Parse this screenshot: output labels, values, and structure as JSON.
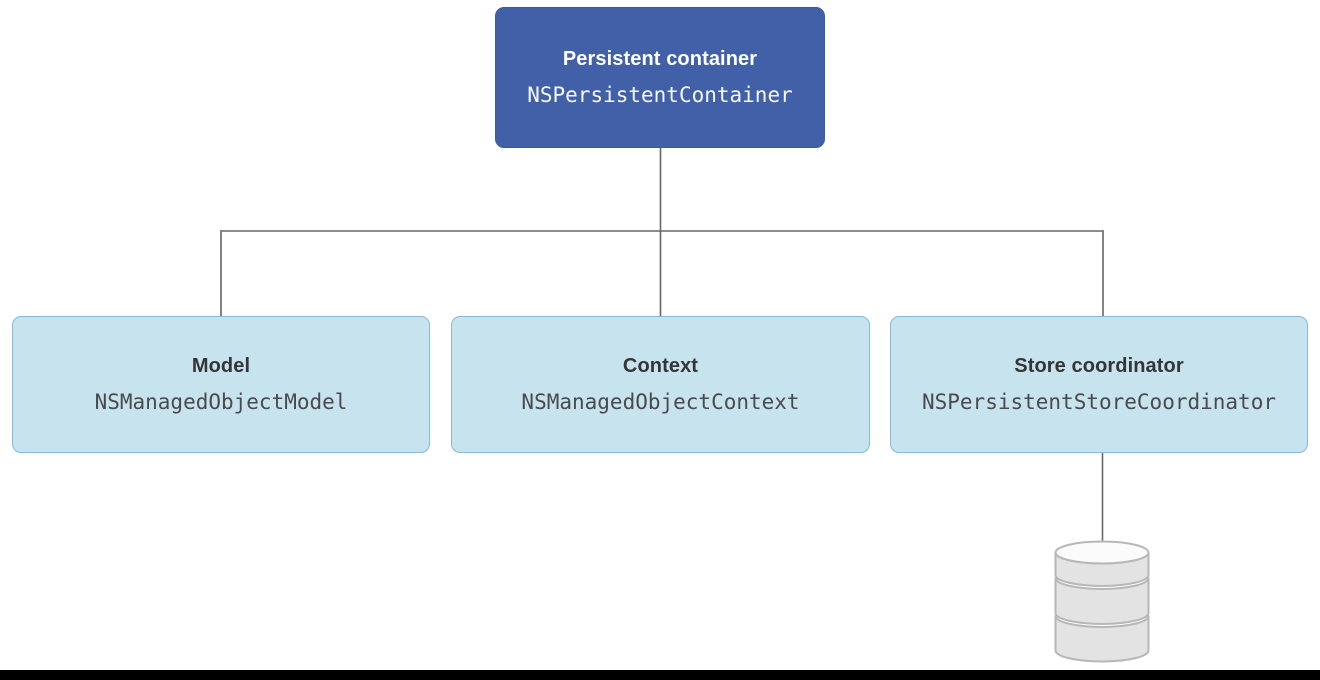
{
  "diagram": {
    "name": "Core Data stack diagram",
    "root": {
      "title": "Persistent container",
      "class_name": "NSPersistentContainer"
    },
    "children": [
      {
        "title": "Model",
        "class_name": "NSManagedObjectModel"
      },
      {
        "title": "Context",
        "class_name": "NSManagedObjectContext"
      },
      {
        "title": "Store coordinator",
        "class_name": "NSPersistentStoreCoordinator"
      }
    ],
    "store_attachment_icon": "database-cylinder-icon"
  },
  "colors": {
    "root_bg": "#4160a8",
    "root_border": "#3c5a9e",
    "root_text": "#ffffff",
    "root_code_text": "#f5f8fd",
    "child_bg": "#c7e3ee",
    "child_border": "#88b8da",
    "child_text": "#353537",
    "child_code_text": "#4a4a4d",
    "line": "#666669",
    "db_fill": "#e3e3e4",
    "db_top_fill": "#fbfbfc",
    "db_stroke": "#b7b7b9",
    "bottom_bar": "#000000"
  }
}
